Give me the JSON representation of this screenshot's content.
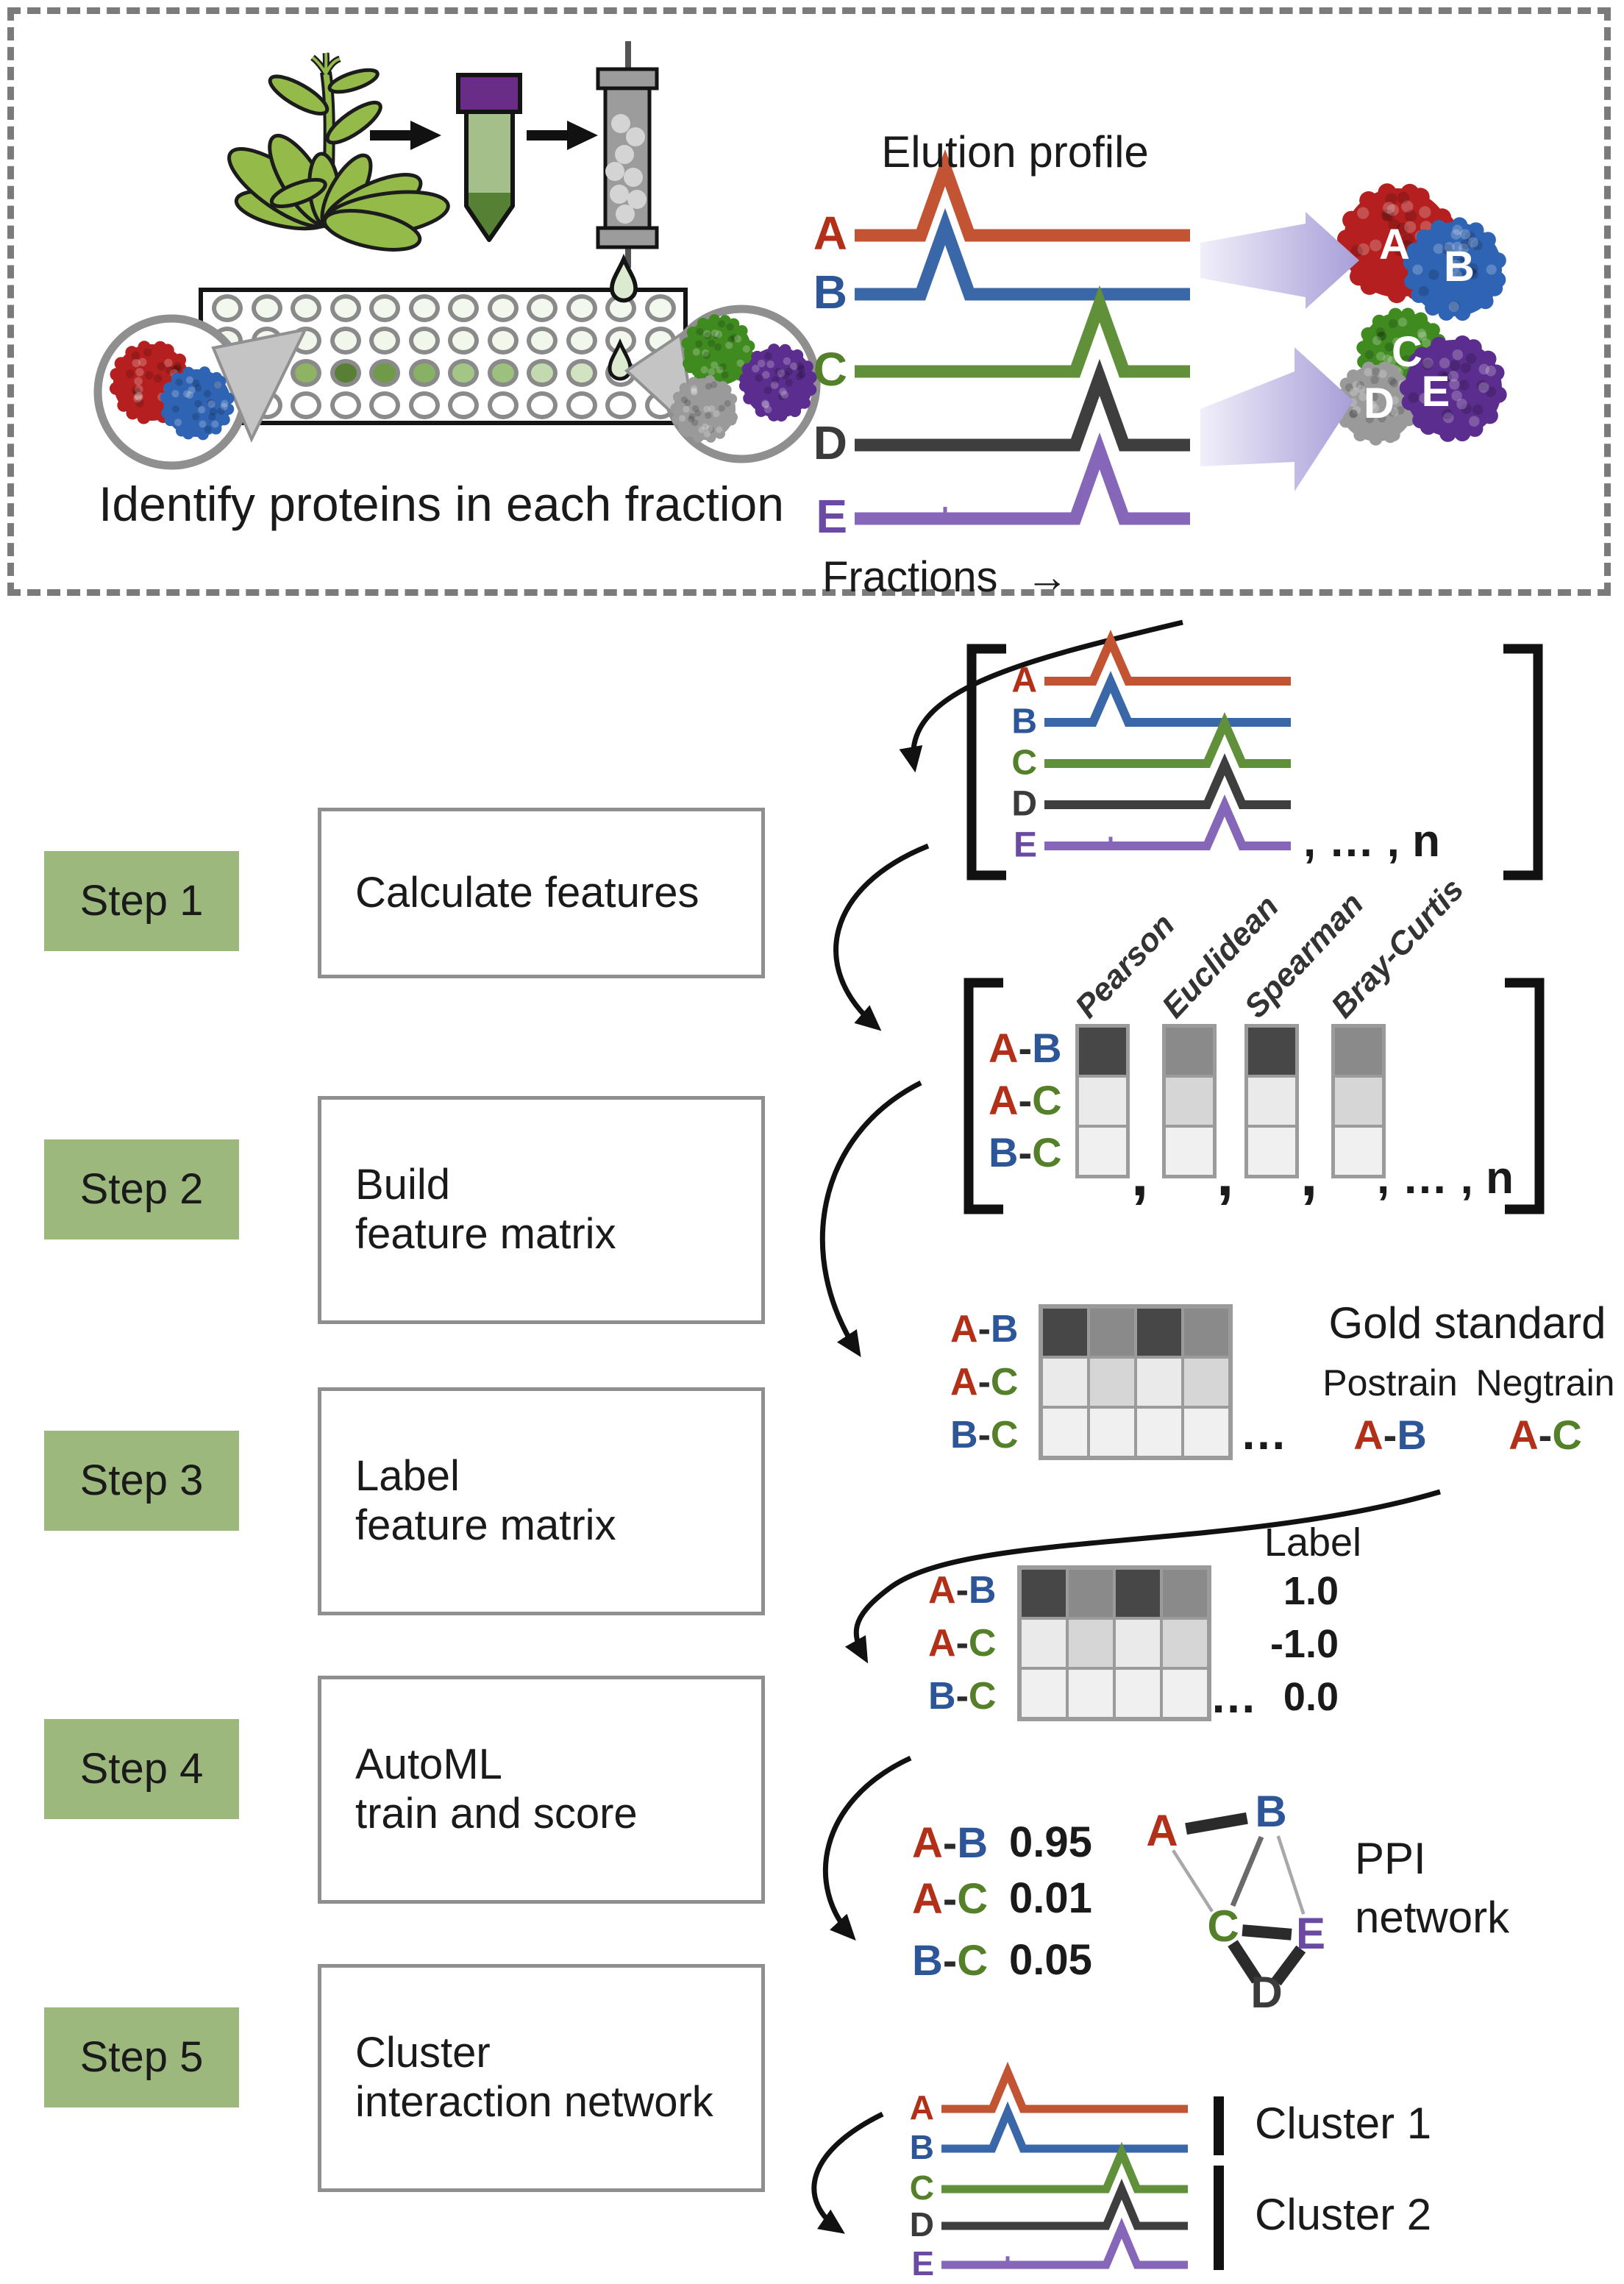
{
  "top": {
    "identify_text": "Identify proteins in each fraction",
    "elution_title": "Elution profile",
    "fractions_label": "Fractions",
    "fractions_arrow": "→"
  },
  "proteins": {
    "order": [
      "A",
      "B",
      "C",
      "D",
      "E"
    ],
    "defs": {
      "A": {
        "label": "A",
        "label_color": "#b23018",
        "trace_color": "#c25434",
        "peak": "early"
      },
      "B": {
        "label": "B",
        "label_color": "#2d5699",
        "trace_color": "#3a67a8",
        "peak": "early"
      },
      "C": {
        "label": "C",
        "label_color": "#55802a",
        "trace_color": "#61903a",
        "peak": "late"
      },
      "D": {
        "label": "D",
        "label_color": "#3b3b3b",
        "trace_color": "#3e3e3e",
        "peak": "late"
      },
      "E": {
        "label": "E",
        "label_color": "#6a4aa3",
        "trace_color": "#8566b8",
        "peak": "late",
        "notch": true
      }
    }
  },
  "complexes": {
    "ab": {
      "members": [
        "A",
        "B"
      ]
    },
    "cde": {
      "members": [
        "C",
        "D",
        "E"
      ]
    }
  },
  "steps": [
    {
      "label": "Step 1",
      "lines": [
        "Calculate features"
      ]
    },
    {
      "label": "Step 2",
      "lines": [
        "Build",
        "feature matrix"
      ]
    },
    {
      "label": "Step 3",
      "lines": [
        "Label",
        "feature matrix"
      ]
    },
    {
      "label": "Step 4",
      "lines": [
        "AutoML",
        "train and score"
      ]
    },
    {
      "label": "Step 5",
      "lines": [
        "Cluster",
        "interaction network"
      ]
    }
  ],
  "features": [
    "Pearson",
    "Euclidean",
    "Spearman",
    "Bray-Curtis"
  ],
  "pairs": {
    "AB": [
      "A",
      "B"
    ],
    "AC": [
      "A",
      "C"
    ],
    "BC": [
      "B",
      "C"
    ]
  },
  "pair_rows": [
    "AB",
    "AC",
    "BC"
  ],
  "matrix_notation": {
    "comma": ",",
    "suffix": ", … , n",
    "ellipsis": "…"
  },
  "matrices": {
    "shades": {
      "dark": "#474747",
      "mid": "#8a8a8a",
      "midlight": "#d6d6d6",
      "light": "#eaeaea",
      "lighter": "#f0f0f0"
    },
    "step2_columns": [
      {
        "feature": "Pearson",
        "cells": [
          "dark",
          "light",
          "lighter"
        ]
      },
      {
        "feature": "Euclidean",
        "cells": [
          "mid",
          "midlight",
          "lighter"
        ]
      },
      {
        "feature": "Spearman",
        "cells": [
          "dark",
          "light",
          "lighter"
        ]
      },
      {
        "feature": "Bray-Curtis",
        "cells": [
          "mid",
          "midlight",
          "lighter"
        ]
      }
    ],
    "combined_rows": [
      [
        "dark",
        "mid",
        "dark",
        "mid"
      ],
      [
        "light",
        "midlight",
        "light",
        "midlight"
      ],
      [
        "lighter",
        "lighter",
        "lighter",
        "lighter"
      ]
    ]
  },
  "gold_standard": {
    "title": "Gold standard",
    "postrain_label": "Postrain",
    "negtrain_label": "Negtrain",
    "postrain_pair": "AB",
    "negtrain_pair": "AC"
  },
  "label_block": {
    "title": "Label",
    "values": [
      "1.0",
      "-1.0",
      "0.0"
    ]
  },
  "scores": [
    {
      "pair": "AB",
      "value": "0.95"
    },
    {
      "pair": "AC",
      "value": "0.01"
    },
    {
      "pair": "BC",
      "value": "0.05"
    }
  ],
  "ppi": {
    "title_line1": "PPI",
    "title_line2": "network",
    "edges": [
      {
        "a": "A",
        "b": "B",
        "strength": "strong"
      },
      {
        "a": "C",
        "b": "E",
        "strength": "strong"
      },
      {
        "a": "C",
        "b": "D",
        "strength": "strong"
      },
      {
        "a": "D",
        "b": "E",
        "strength": "strong"
      },
      {
        "a": "A",
        "b": "C",
        "strength": "weak"
      },
      {
        "a": "B",
        "b": "C",
        "strength": "medium"
      },
      {
        "a": "B",
        "b": "E",
        "strength": "weak"
      }
    ]
  },
  "clusters": [
    {
      "name": "Cluster 1",
      "members": [
        "A",
        "B"
      ]
    },
    {
      "name": "Cluster 2",
      "members": [
        "C",
        "D",
        "E"
      ]
    }
  ],
  "plate": {
    "rows": [
      [
        "#f3f8ee",
        "#f3f8ee",
        "#f3f8ee",
        "#f3f8ee",
        "#f3f8ee",
        "#f3f8ee",
        "#f3f8ee",
        "#f3f8ee",
        "#f3f8ee",
        "#f3f8ee",
        "#f3f8ee",
        "#f3f8ee"
      ],
      [
        "#f2f7ec",
        "#f2f7ec",
        "#f2f7ec",
        "#f2f7ec",
        "#f2f7ec",
        "#f2f7ec",
        "#f2f7ec",
        "#f2f7ec",
        "#f2f7ec",
        "#f2f7ec",
        "#f3f8ee",
        "#f3f8ee"
      ],
      [
        "#e4efda",
        "#b7d29c",
        "#8db363",
        "#587f33",
        "#6f9a47",
        "#87b163",
        "#a3c687",
        "#9cc17e",
        "#c3d9af",
        "#d2e3c2",
        "#ffffff",
        "#ffffff"
      ],
      [
        "#ffffff",
        "#ffffff",
        "#ffffff",
        "#ffffff",
        "#ffffff",
        "#ffffff",
        "#ffffff",
        "#ffffff",
        "#ffffff",
        "#ffffff",
        "#ffffff",
        "#ffffff"
      ]
    ]
  },
  "elution_peaks": {
    "early_fraction": 0.27,
    "late_fraction": 0.73
  }
}
